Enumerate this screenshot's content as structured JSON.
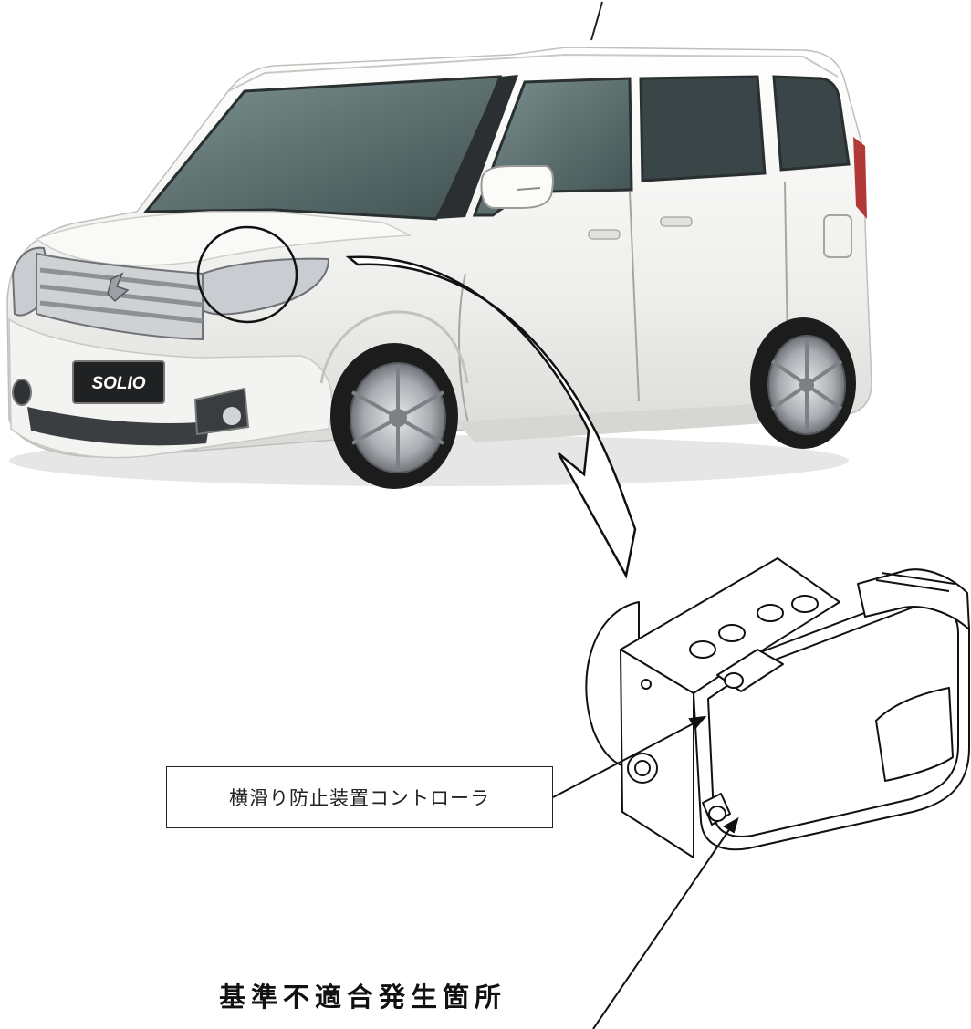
{
  "callout": {
    "component_label": "横滑り防止装置コントローラ"
  },
  "heading": {
    "nonconformity_location": "基準不適合発生箇所"
  },
  "vehicle": {
    "badge_text": "SOLIO",
    "body_color": "#f4f4f2"
  },
  "colors": {
    "line": "#111111",
    "glass": "#5f7372",
    "tire": "#1c1c1c",
    "wheel": "#b9bcc0"
  }
}
